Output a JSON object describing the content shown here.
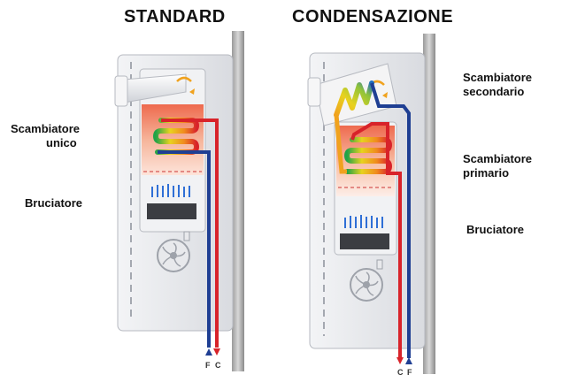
{
  "titles": {
    "standard": "STANDARD",
    "condensing": "CONDENSAZIONE"
  },
  "labels": {
    "single_exchanger_line1": "Scambiatore",
    "single_exchanger_line2": "unico",
    "burner_left": "Bruciatore",
    "secondary_exchanger_line1": "Scambiatore",
    "secondary_exchanger_line2": "secondario",
    "primary_exchanger_line1": "Scambiatore",
    "primary_exchanger_line2": "primario",
    "burner_right": "Bruciatore"
  },
  "pipe_labels": {
    "standard_left": "F",
    "standard_right": "C",
    "condensing_left": "C",
    "condensing_right": "F"
  },
  "colors": {
    "hot": "#d8232a",
    "cold": "#1f3f93",
    "casing": "#e6e7ea",
    "flame": "#2f6fd6"
  }
}
